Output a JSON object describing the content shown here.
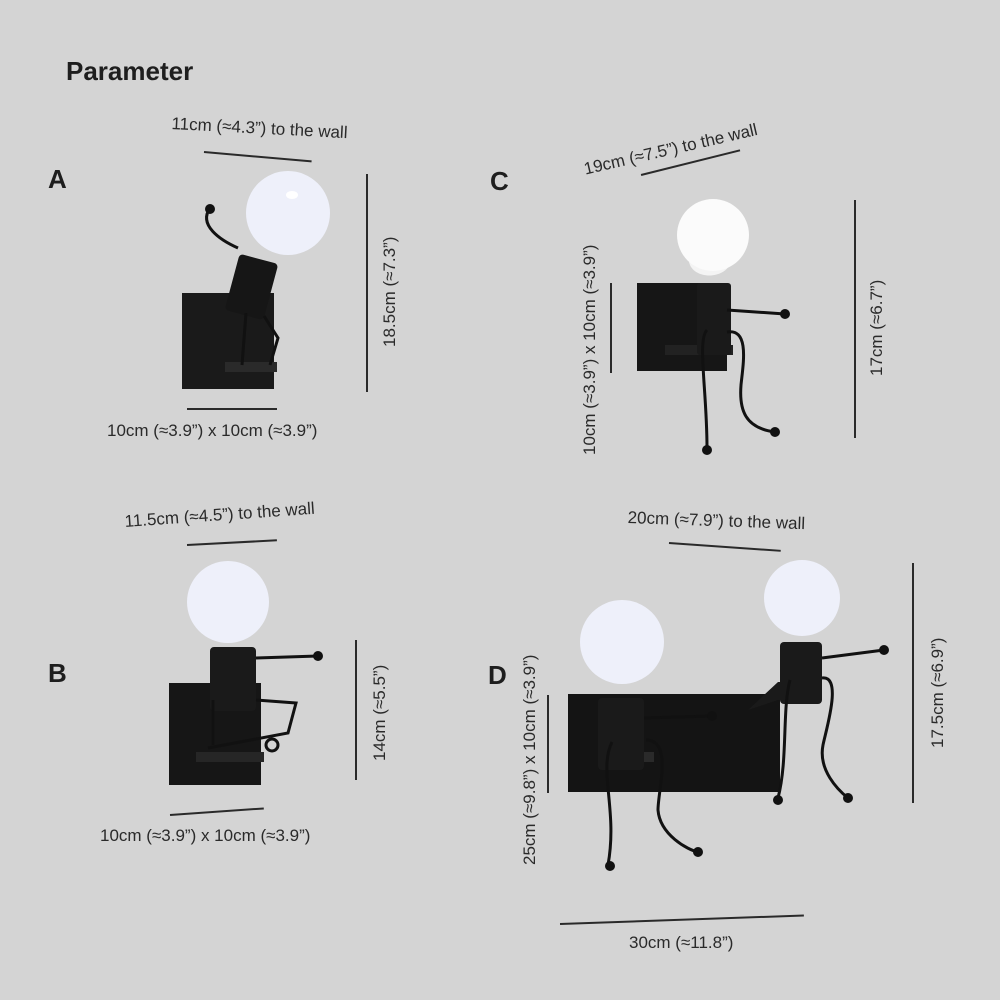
{
  "title": "Parameter",
  "colors": {
    "background": "#d4d4d4",
    "text": "#222222",
    "lamp_black": "#141414",
    "bulb": "#eef0fa"
  },
  "variants": {
    "A": {
      "letter": "A",
      "depth_label": "11cm (≈4.3”) to the wall",
      "height_label": "18.5cm (≈7.3”)",
      "base_label": "10cm (≈3.9”) x 10cm (≈3.9”)"
    },
    "B": {
      "letter": "B",
      "depth_label": "11.5cm (≈4.5”) to the wall",
      "height_label": "14cm (≈5.5”)",
      "base_label": "10cm (≈3.9”) x 10cm (≈3.9”)"
    },
    "C": {
      "letter": "C",
      "depth_label": "19cm (≈7.5”) to the wall",
      "height_label": "17cm (≈6.7”)",
      "base_label": "10cm (≈3.9”) x 10cm (≈3.9”)"
    },
    "D": {
      "letter": "D",
      "depth_label": "20cm (≈7.9”) to the wall",
      "height_label": "17.5cm (≈6.9”)",
      "base_label": "25cm (≈9.8”) x 10cm (≈3.9”)",
      "width_label": "30cm (≈11.8”)"
    }
  }
}
